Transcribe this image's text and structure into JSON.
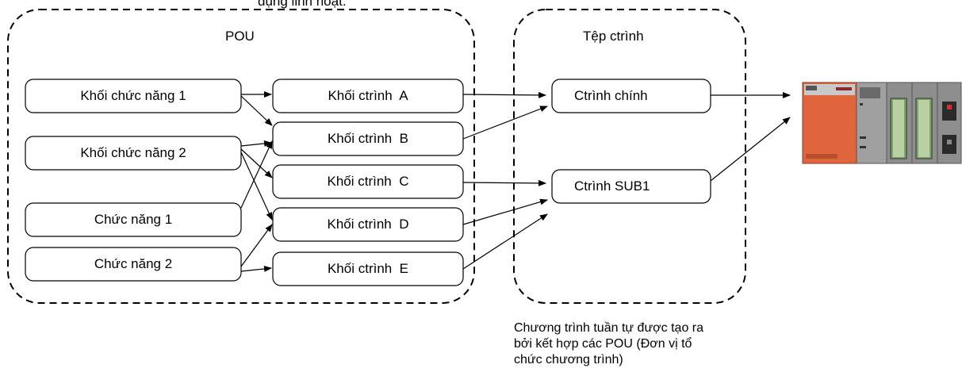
{
  "top_text": "dụng linh hoạt.",
  "groups": {
    "pou": {
      "title": "POU"
    },
    "files": {
      "title": "Tệp ctrình"
    }
  },
  "pou_left": [
    {
      "label": "Khối chức năng 1"
    },
    {
      "label": "Khối chức năng 2"
    },
    {
      "label": "Chức năng 1"
    },
    {
      "label": "Chức năng 2"
    }
  ],
  "pou_blocks": [
    {
      "label": "Khối ctrình  A"
    },
    {
      "label": "Khối ctrình  B"
    },
    {
      "label": "Khối ctrình  C"
    },
    {
      "label": "Khối ctrình  D"
    },
    {
      "label": "Khối ctrình  E"
    }
  ],
  "programs": [
    {
      "label": "Ctrình chính"
    },
    {
      "label": "Ctrình SUB1"
    }
  ],
  "caption": "Chương trình tuần tự được tạo ra bởi kết hợp các POU (Đơn vị tổ chức chương trình)",
  "plc": {
    "icon": "plc-hardware-icon"
  },
  "colors": {
    "plc_orange": "#e0643c",
    "plc_grey": "#9a9a9a",
    "module_green": "#7ea46a"
  }
}
